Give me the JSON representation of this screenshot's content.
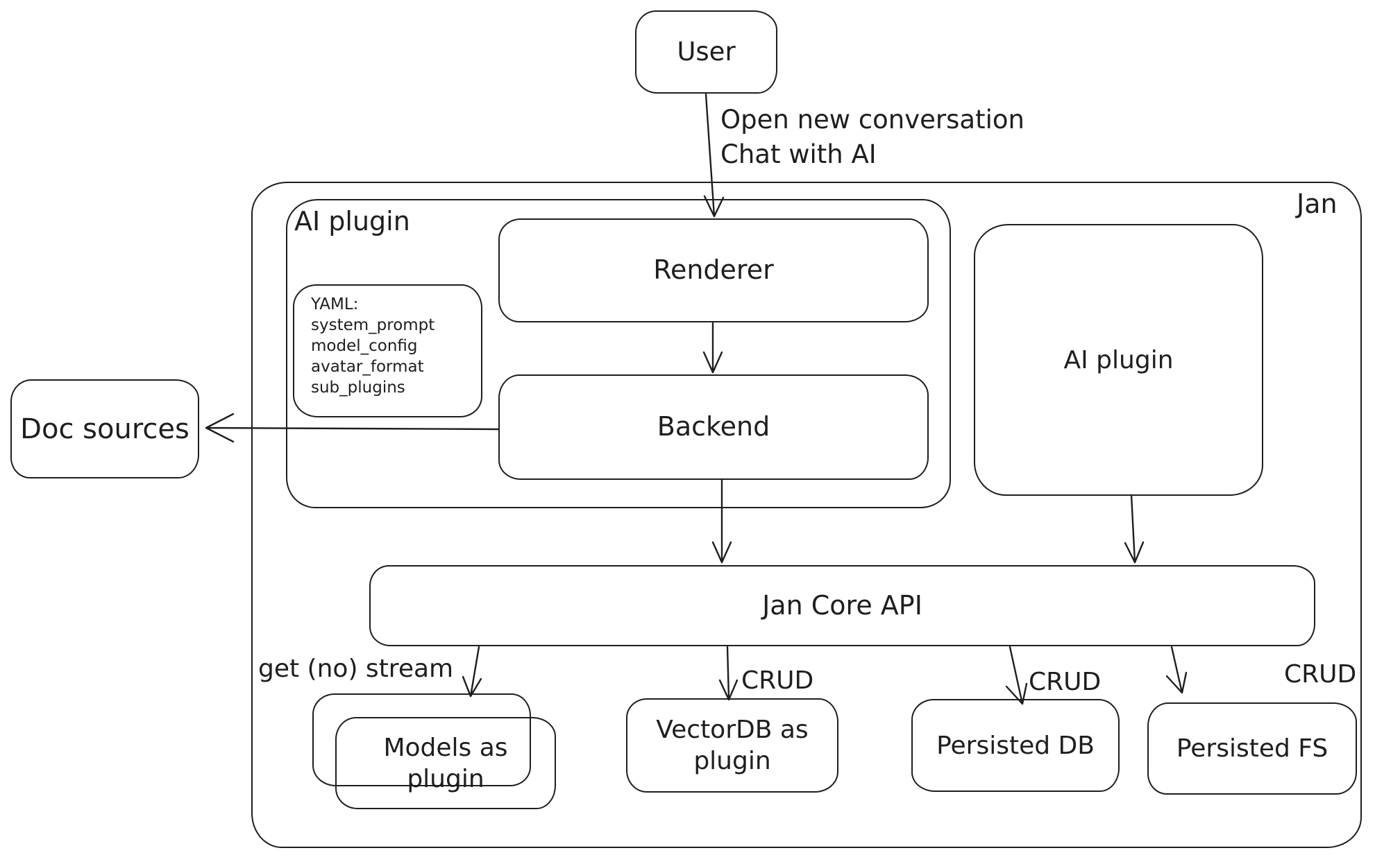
{
  "colors": {
    "stroke": "#1e1e1e",
    "background": "#ffffff"
  },
  "diagram": {
    "nodes": {
      "user": {
        "label": "User"
      },
      "jan_container": {
        "label": "Jan"
      },
      "ai_plugin_group": {
        "label": "AI plugin"
      },
      "renderer": {
        "label": "Renderer"
      },
      "yaml_note": {
        "label": "YAML:\nsystem_prompt\nmodel_config\navatar_format\nsub_plugins"
      },
      "backend": {
        "label": "Backend"
      },
      "doc_sources": {
        "label": "Doc sources"
      },
      "ai_plugin_right": {
        "label": "AI plugin"
      },
      "jan_core_api": {
        "label": "Jan Core API"
      },
      "models_as_plugin": {
        "label": "Models as\nplugin"
      },
      "vectordb_as_plugin": {
        "label": "VectorDB as\nplugin"
      },
      "persisted_db": {
        "label": "Persisted DB"
      },
      "persisted_fs": {
        "label": "Persisted FS"
      }
    },
    "edges": [
      {
        "from": "user",
        "to": "renderer",
        "label": "Open new conversation\nChat with AI"
      },
      {
        "from": "renderer",
        "to": "backend",
        "label": ""
      },
      {
        "from": "backend",
        "to": "doc_sources",
        "label": ""
      },
      {
        "from": "backend",
        "to": "jan_core_api",
        "label": ""
      },
      {
        "from": "ai_plugin_right",
        "to": "jan_core_api",
        "label": ""
      },
      {
        "from": "jan_core_api",
        "to": "models_as_plugin",
        "label": "get (no) stream"
      },
      {
        "from": "jan_core_api",
        "to": "vectordb_as_plugin",
        "label": "CRUD"
      },
      {
        "from": "jan_core_api",
        "to": "persisted_db",
        "label": "CRUD"
      },
      {
        "from": "jan_core_api",
        "to": "persisted_fs",
        "label": "CRUD"
      }
    ]
  }
}
